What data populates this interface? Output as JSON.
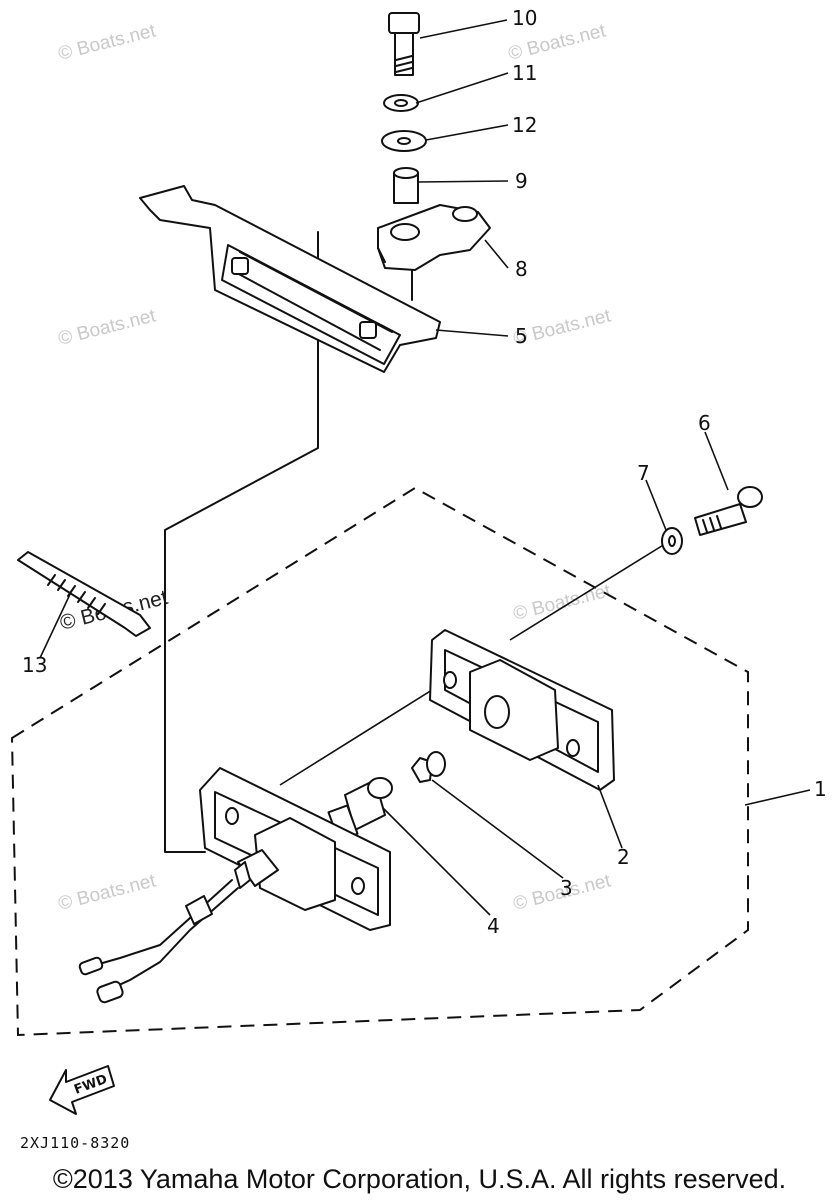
{
  "diagram": {
    "part_labels": {
      "p1": "1",
      "p2": "2",
      "p3": "3",
      "p4": "4",
      "p5": "5",
      "p6": "6",
      "p7": "7",
      "p8": "8",
      "p9": "9",
      "p10": "10",
      "p11": "11",
      "p12": "12",
      "p13": "13"
    },
    "fwd_label": "FWD",
    "drawing_code": "2XJ110-8320",
    "watermark": "© Boats.net",
    "watermark_bold": "© Boats.net"
  },
  "footer": {
    "copyright": "©2013 Yamaha Motor Corporation, U.S.A. All rights reserved."
  }
}
